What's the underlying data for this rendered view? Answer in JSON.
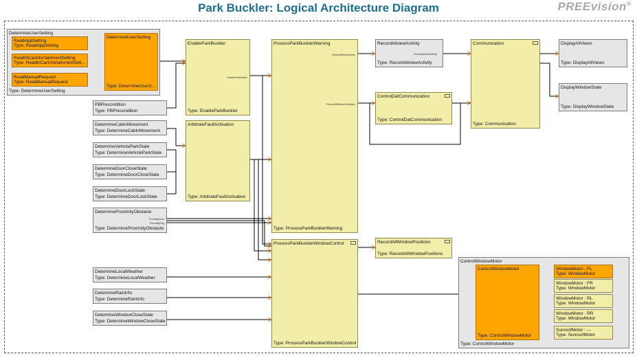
{
  "title": "Park Buckler: Logical Architecture Diagram",
  "logo": {
    "text": "PREEvision",
    "mark": "®"
  },
  "groups": {
    "user": {
      "name": "DetermineUserSetting",
      "type": "Type: DetermineUserSetting"
    },
    "motor": {
      "name": "ControlWindowMotor",
      "type": "Type: ControlWindowMotor"
    }
  },
  "blocks": {
    "readapp": {
      "name": "ReadAppSetting",
      "type": "Type: ReadAppSetting"
    },
    "readincar": {
      "name": "ReadInCarInfortainmentSetting",
      "type": "Type: ReadInCarInfortainmentSett..."
    },
    "readman": {
      "name": "ReadManualRequest",
      "type": "Type: ReadManualRequest"
    },
    "dus_inner": {
      "name": "DetermineUserSetting",
      "type": "Type: DetermineUserS..."
    },
    "enable": {
      "name": "EnableParkBuckler",
      "type": "Type: EnableParkBuckler"
    },
    "pbprec": {
      "name": "PBPrecondition",
      "type": "Type: PBPrecondition"
    },
    "cabin": {
      "name": "DetermineCabinMovement",
      "type": "Type: DetermineCabinMovement"
    },
    "arbit": {
      "name": "ArbitrateFaultActivation",
      "type": "Type: ArbitrateFaultActivation"
    },
    "vpark": {
      "name": "DetermineVehicleParkState",
      "type": "Type: DetermineVehicleParkState"
    },
    "dclose": {
      "name": "DetermineDoorCloseState",
      "type": "Type: DetermineDoorCloseState"
    },
    "dlock": {
      "name": "DetermineDoorLockState",
      "type": "Type: DetermineDoorLockState"
    },
    "prox": {
      "name": "DetermineProximityObstacle",
      "type": "Type: DetermineProximityObstacle"
    },
    "ppbw": {
      "name": "ProcessParkBucklerWarning",
      "type": "Type: ProcessParkBucklerWarning"
    },
    "ppbwc": {
      "name": "ProcessParkBucklerWindowControl",
      "type": "Type: ProcessParkBucklerWindowControl"
    },
    "weather": {
      "name": "DetermineLocalWeather",
      "type": "Type: DetermineLocalWeather"
    },
    "rain": {
      "name": "DetermineRainInfo",
      "type": "Type: DetermineRainInfo"
    },
    "wclose": {
      "name": "DetermineWindowCloseState",
      "type": "Type: DetermineWindowCloseState"
    },
    "recall": {
      "name": "RecordAllviewActivity",
      "type": "Type: RecordAllviewActivity"
    },
    "ctrldat": {
      "name": "ControlDatCommunication",
      "type": "Type: ControlDatCommunication"
    },
    "recwin": {
      "name": "RecordAllWindowPositions",
      "type": "Type: RecordAllWindowPositions"
    },
    "comm": {
      "name": "Communication",
      "type": "Type: Communication"
    },
    "dispall": {
      "name": "DisplayAllViews",
      "type": "Type: DisplayAllViews"
    },
    "dispwin": {
      "name": "DisplayWindowState",
      "type": "Type: DisplayWindowState"
    },
    "cwm_inner": {
      "name": "ControlWindowMotor",
      "type": "Type: ControlWindowMotor"
    },
    "wmfl": {
      "name": "WindowMotor : FL",
      "type": "Type: WindowMotor"
    },
    "wmfr": {
      "name": "WindowMotor : FR",
      "type": "Type: WindowMotor"
    },
    "wmrl": {
      "name": "WindowMotor : RL",
      "type": "Type: WindowMotor"
    },
    "wmrr": {
      "name": "WindowMotor : RR",
      "type": "Type: WindowMotor"
    },
    "sunroof": {
      "name": "SunroofMotor : ---",
      "type": "Type: SunroofMotor"
    }
  },
  "ports": {
    "enable_out": "EnableParkBuckler",
    "recall_in": "RecordAllViewActivity",
    "recall_out": "RecordAllViewActivity",
    "ppbw_out2": "RecordAllWindowPositions",
    "prox1": "ProximityZone",
    "prox2": "ProximityFlag"
  },
  "colors": {
    "gray": "#e6e6e6",
    "yellow": "#f2eeaa",
    "orange": "#ffa500",
    "wire": "#000000",
    "port": "#f08c2a"
  }
}
